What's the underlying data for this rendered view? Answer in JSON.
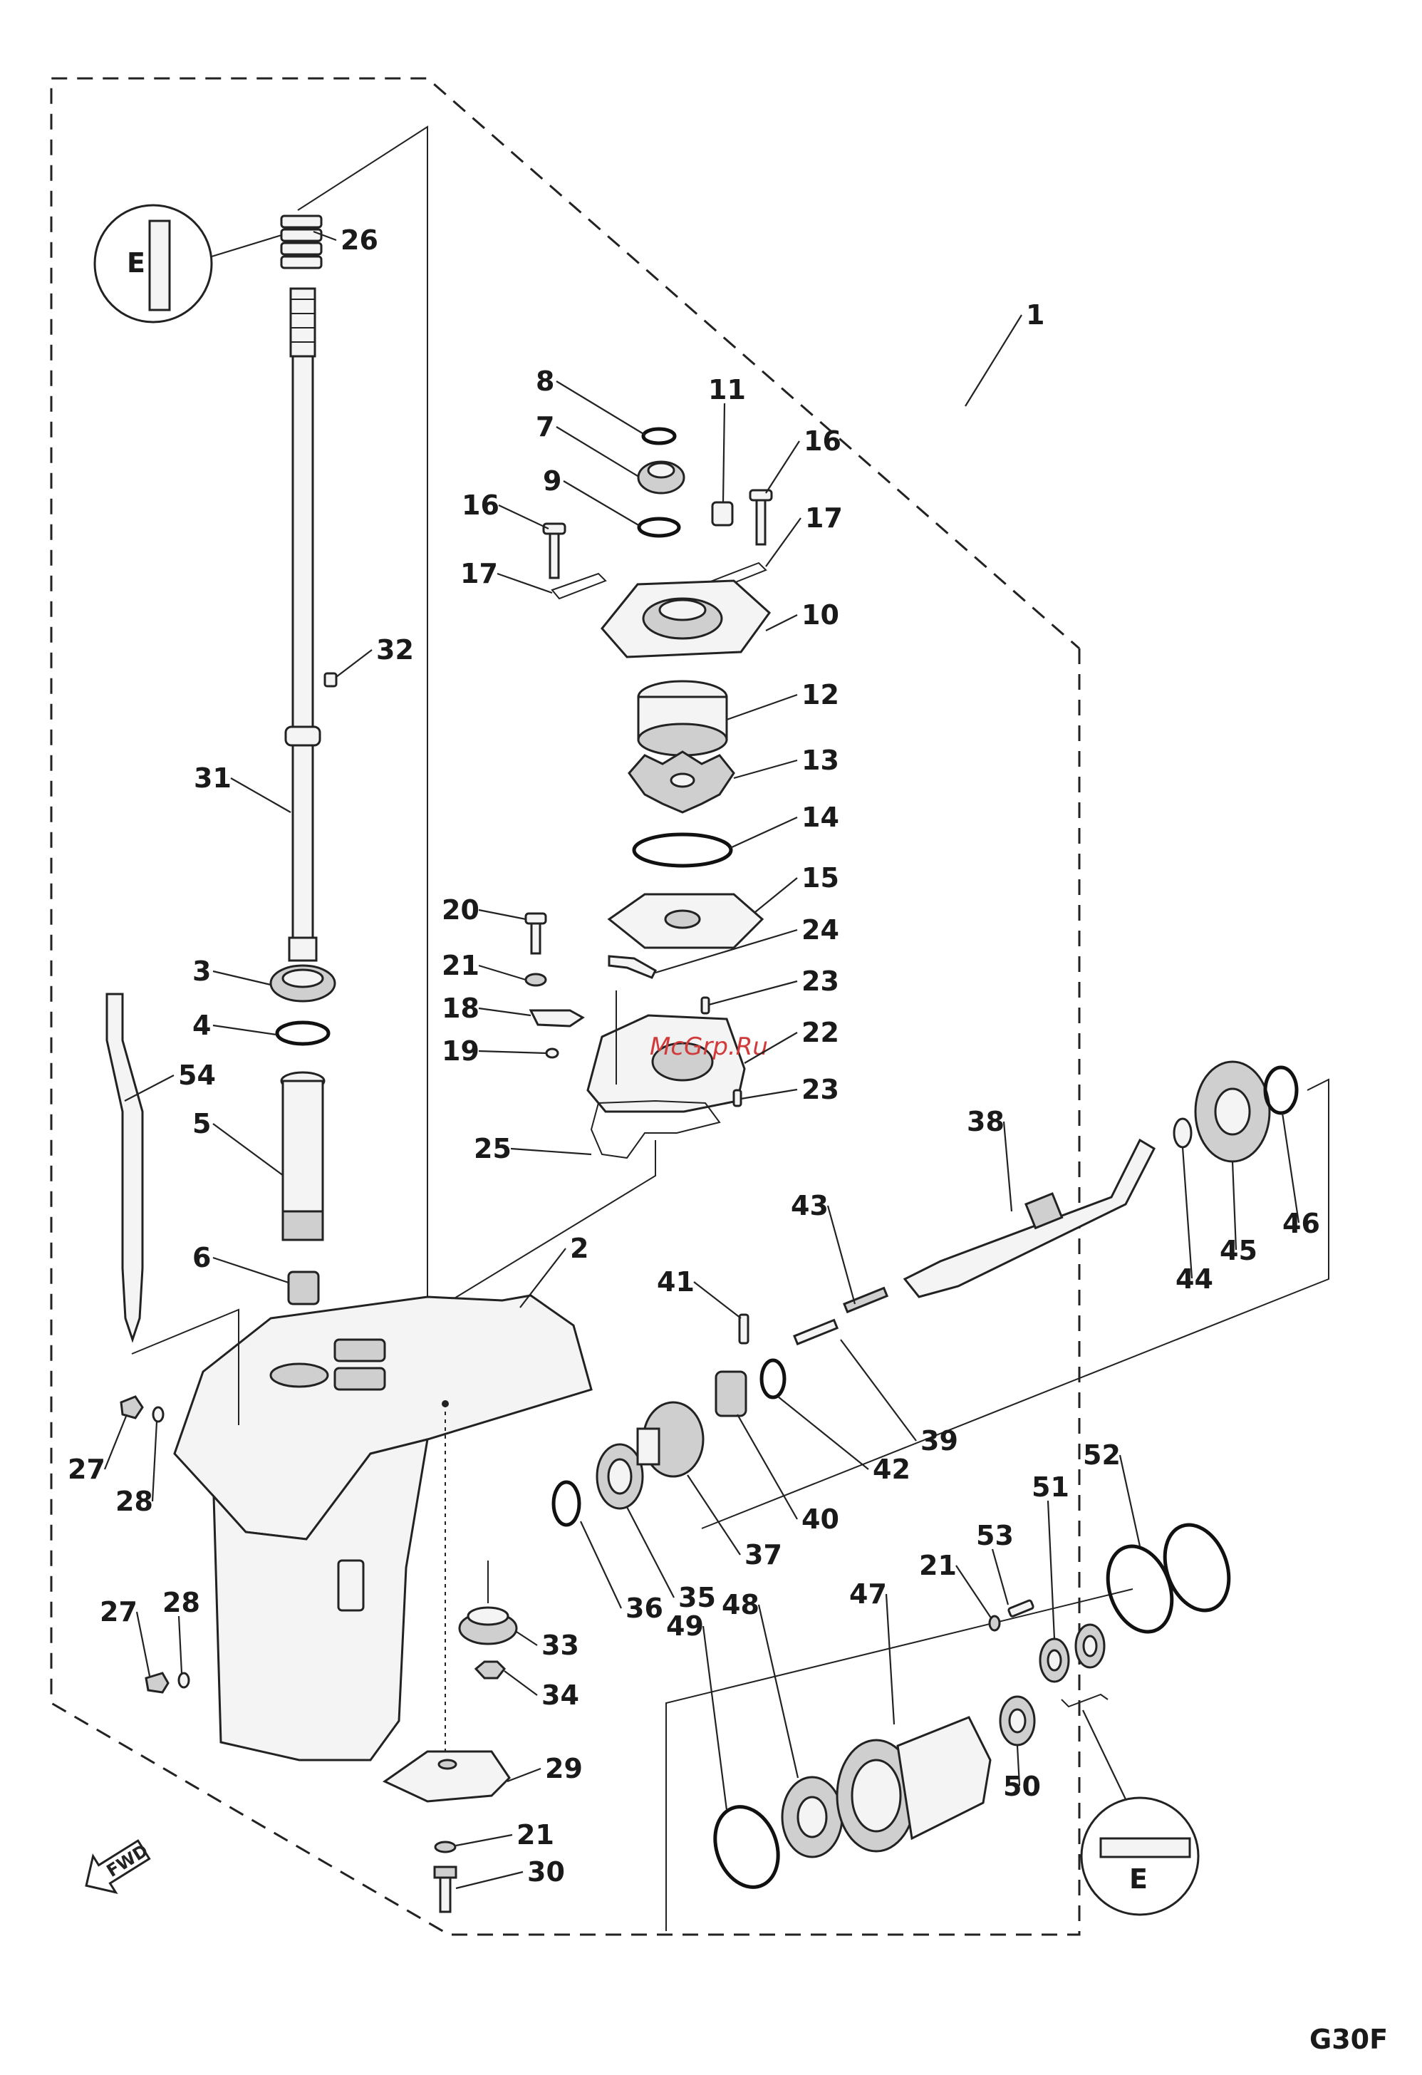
{
  "diagram": {
    "code": "G30F",
    "watermark": "McGrp.Ru",
    "direction_label": "FWD",
    "lubricant_mark": "E",
    "callouts": [
      {
        "id": "c1",
        "text": "1"
      },
      {
        "id": "c2",
        "text": "2"
      },
      {
        "id": "c3",
        "text": "3"
      },
      {
        "id": "c4",
        "text": "4"
      },
      {
        "id": "c5",
        "text": "5"
      },
      {
        "id": "c6",
        "text": "6"
      },
      {
        "id": "c7",
        "text": "7"
      },
      {
        "id": "c8",
        "text": "8"
      },
      {
        "id": "c9",
        "text": "9"
      },
      {
        "id": "c10",
        "text": "10"
      },
      {
        "id": "c11",
        "text": "11"
      },
      {
        "id": "c12",
        "text": "12"
      },
      {
        "id": "c13",
        "text": "13"
      },
      {
        "id": "c14",
        "text": "14"
      },
      {
        "id": "c15",
        "text": "15"
      },
      {
        "id": "c16a",
        "text": "16"
      },
      {
        "id": "c16b",
        "text": "16"
      },
      {
        "id": "c17a",
        "text": "17"
      },
      {
        "id": "c17b",
        "text": "17"
      },
      {
        "id": "c18",
        "text": "18"
      },
      {
        "id": "c19",
        "text": "19"
      },
      {
        "id": "c20",
        "text": "20"
      },
      {
        "id": "c21a",
        "text": "21"
      },
      {
        "id": "c21b",
        "text": "21"
      },
      {
        "id": "c21c",
        "text": "21"
      },
      {
        "id": "c22",
        "text": "22"
      },
      {
        "id": "c23a",
        "text": "23"
      },
      {
        "id": "c23b",
        "text": "23"
      },
      {
        "id": "c24",
        "text": "24"
      },
      {
        "id": "c25",
        "text": "25"
      },
      {
        "id": "c26",
        "text": "26"
      },
      {
        "id": "c27a",
        "text": "27"
      },
      {
        "id": "c27b",
        "text": "27"
      },
      {
        "id": "c28a",
        "text": "28"
      },
      {
        "id": "c28b",
        "text": "28"
      },
      {
        "id": "c29",
        "text": "29"
      },
      {
        "id": "c30",
        "text": "30"
      },
      {
        "id": "c31",
        "text": "31"
      },
      {
        "id": "c32",
        "text": "32"
      },
      {
        "id": "c33",
        "text": "33"
      },
      {
        "id": "c34",
        "text": "34"
      },
      {
        "id": "c35",
        "text": "35"
      },
      {
        "id": "c36",
        "text": "36"
      },
      {
        "id": "c37",
        "text": "37"
      },
      {
        "id": "c38",
        "text": "38"
      },
      {
        "id": "c39",
        "text": "39"
      },
      {
        "id": "c40",
        "text": "40"
      },
      {
        "id": "c41",
        "text": "41"
      },
      {
        "id": "c42",
        "text": "42"
      },
      {
        "id": "c43",
        "text": "43"
      },
      {
        "id": "c44",
        "text": "44"
      },
      {
        "id": "c45",
        "text": "45"
      },
      {
        "id": "c46",
        "text": "46"
      },
      {
        "id": "c47",
        "text": "47"
      },
      {
        "id": "c48",
        "text": "48"
      },
      {
        "id": "c49",
        "text": "49"
      },
      {
        "id": "c50",
        "text": "50"
      },
      {
        "id": "c51",
        "text": "51"
      },
      {
        "id": "c52",
        "text": "52"
      },
      {
        "id": "c53",
        "text": "53"
      },
      {
        "id": "c54",
        "text": "54"
      }
    ]
  }
}
